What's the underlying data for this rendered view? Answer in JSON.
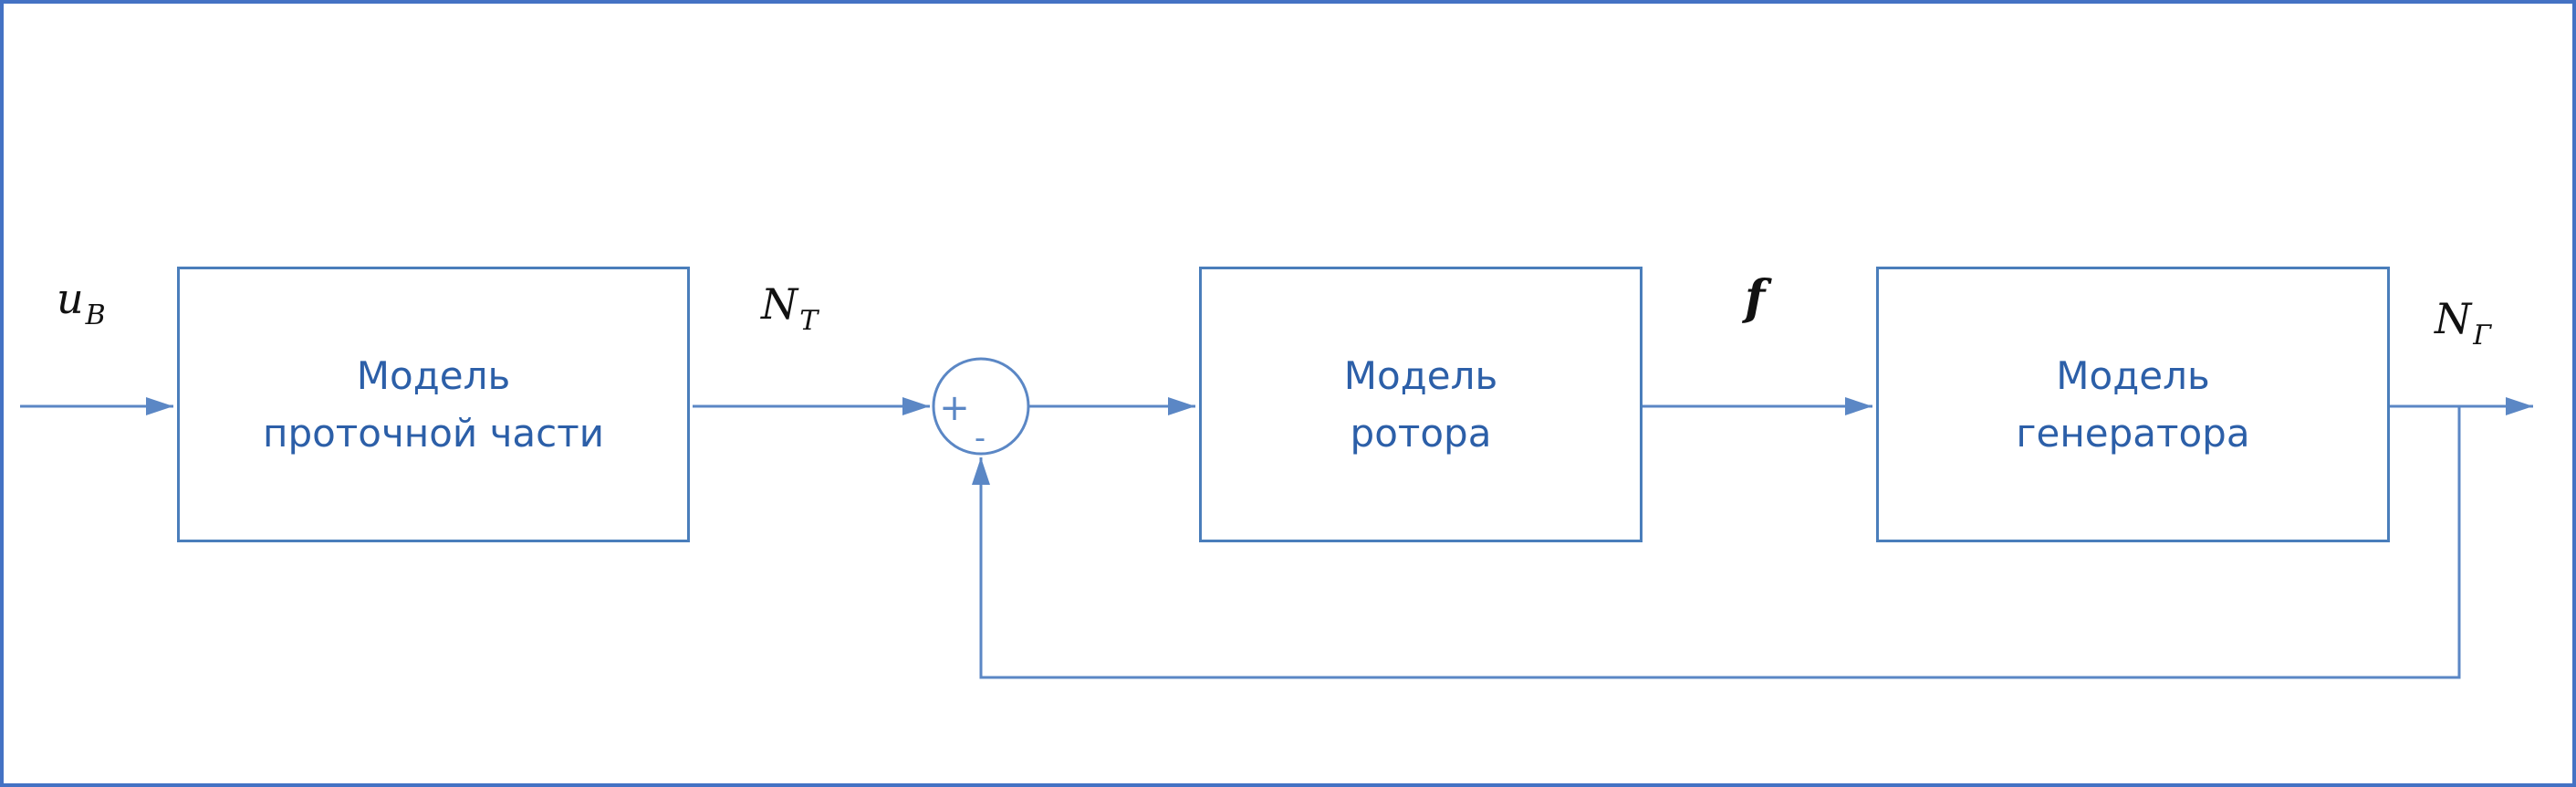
{
  "diagram": {
    "blocks": [
      {
        "id": "flow-path-model",
        "line1": "Модель",
        "line2": "проточной части"
      },
      {
        "id": "rotor-model",
        "line1": "Модель",
        "line2": "ротора"
      },
      {
        "id": "generator-model",
        "line1": "Модель",
        "line2": "генератора"
      }
    ],
    "labels": {
      "input": {
        "base": "u",
        "sub": "B"
      },
      "turbine_power": {
        "base": "N",
        "sub": "T"
      },
      "frequency": {
        "base": "f",
        "sub": ""
      },
      "generator_power": {
        "base": "N",
        "sub": "Г"
      }
    },
    "summing_junction": {
      "plus": "+",
      "minus": "-"
    },
    "colors": {
      "wire": "#5b87c5",
      "block_border": "#4a7ebb",
      "block_text": "#2c5fa8",
      "frame": "#4472c4",
      "math_text": "#111111"
    }
  }
}
